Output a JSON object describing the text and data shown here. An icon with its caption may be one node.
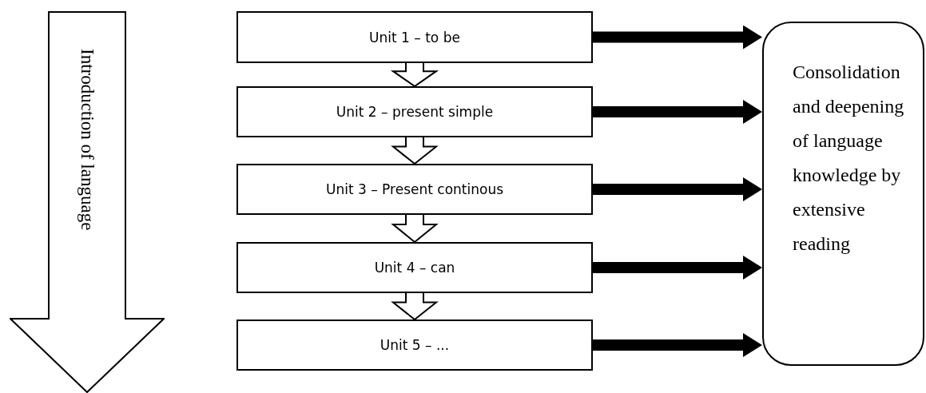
{
  "diagram": {
    "nodes": [
      {
        "text": [
          "Introduction of language"
        ]
      },
      {
        "text": [
          "Unit 1 – to be"
        ]
      },
      {
        "text": [
          "Unit 2 – present simple"
        ]
      },
      {
        "text": [
          "Unit 3 – Present continous"
        ]
      },
      {
        "text": [
          "Unit 4 – can"
        ]
      },
      {
        "text": [
          "Unit 5 – ..."
        ]
      },
      {
        "text": [
          "Consolidation and deepening of language knowledge by extensive reading"
        ]
      }
    ],
    "edges": [
      {
        "from": 1,
        "to": 2,
        "arrow": "to"
      },
      {
        "from": 2,
        "to": 3,
        "arrow": "to"
      },
      {
        "from": 3,
        "to": 4,
        "arrow": "to"
      },
      {
        "from": 4,
        "to": 5,
        "arrow": "to"
      },
      {
        "from": 1,
        "to": 6,
        "arrow": "to"
      },
      {
        "from": 2,
        "to": 6,
        "arrow": "to"
      },
      {
        "from": 3,
        "to": 6,
        "arrow": "to"
      },
      {
        "from": 4,
        "to": 6,
        "arrow": "to"
      },
      {
        "from": 5,
        "to": 6,
        "arrow": "to"
      }
    ]
  }
}
